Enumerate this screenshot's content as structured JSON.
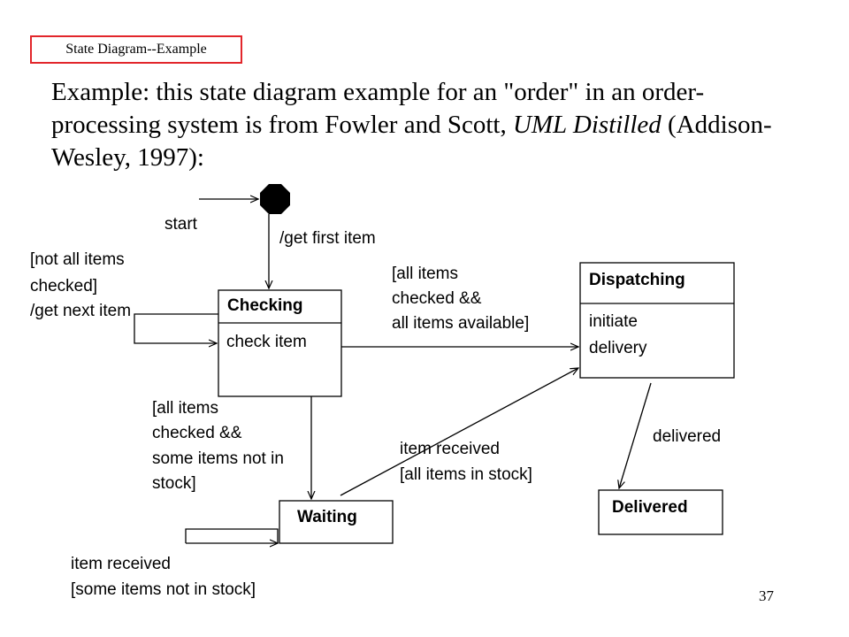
{
  "slide": {
    "header": "State Diagram--Example",
    "intro_part1": "Example:  this state diagram example for an \"order\" in an order-processing system is from Fowler and Scott, ",
    "intro_book": "UML Distilled",
    "intro_part2": " (Addison-Wesley,  1997):",
    "page_number": "37"
  },
  "diagram": {
    "states": {
      "checking": {
        "name": "Checking",
        "activity": "check item"
      },
      "dispatching": {
        "name": "Dispatching",
        "activity_line1": "initiate",
        "activity_line2": "delivery"
      },
      "waiting": {
        "name": "Waiting"
      },
      "delivered": {
        "name": "Delivered"
      }
    },
    "labels": {
      "start": "start",
      "get_first_item": "/get first item",
      "not_all_checked_1": "[not all items",
      "not_all_checked_2": "checked]",
      "not_all_checked_3": "/get next item",
      "all_available_1": "[all items",
      "all_available_2": "checked &&",
      "all_available_3": "all items available]",
      "some_not_in_stock_1": "[all items",
      "some_not_in_stock_2": "checked &&",
      "some_not_in_stock_3": "some items not in",
      "some_not_in_stock_4": "stock]",
      "received_all_1": "item received",
      "received_all_2": "[all items in stock]",
      "delivered_event": "delivered",
      "received_some_1": "item received",
      "received_some_2": "[some items not in stock]"
    }
  }
}
